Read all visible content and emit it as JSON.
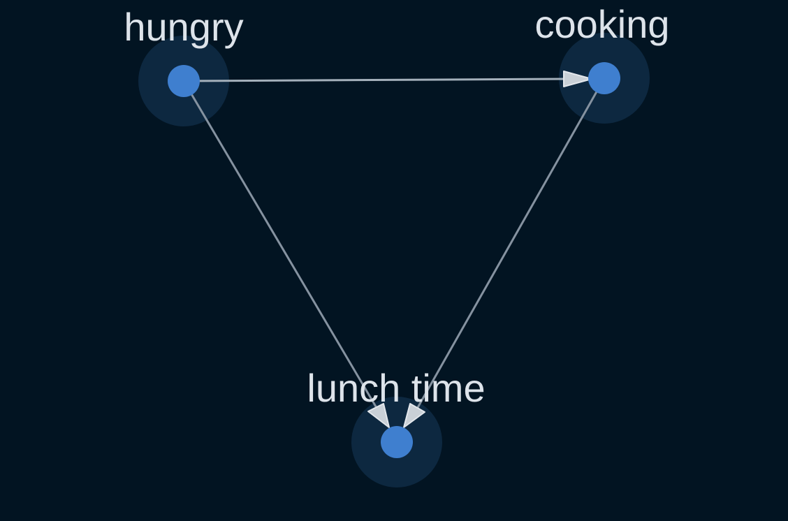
{
  "colors": {
    "background": "#021422",
    "node_fill": "#3f7fcf",
    "node_halo": "#0d2840",
    "edge": "#a4b0bb",
    "arrow_fill": "#c9d0d7",
    "label": "#dde3ea"
  },
  "graph": {
    "nodes": [
      {
        "id": "hungry",
        "label": "hungry"
      },
      {
        "id": "cooking",
        "label": "cooking"
      },
      {
        "id": "lunch_time",
        "label": "lunch time"
      }
    ],
    "edges": [
      {
        "from": "hungry",
        "to": "cooking"
      },
      {
        "from": "hungry",
        "to": "lunch_time"
      },
      {
        "from": "cooking",
        "to": "lunch_time"
      }
    ]
  }
}
